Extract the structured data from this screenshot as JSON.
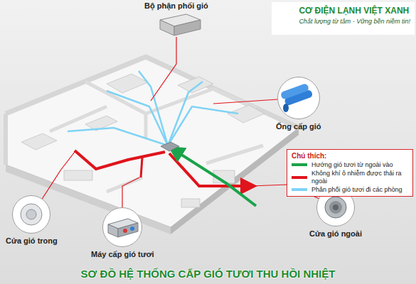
{
  "diagram": {
    "title": "SƠ ĐỒ HỆ THỐNG CẤP GIÓ TƯƠI THU HỒI NHIỆT",
    "nodes": [
      {
        "text": [
          "CƠ ĐIỆN LẠNH VIỆT XANH",
          "Chất lượng từ tâm - Vững bền niềm tin!"
        ]
      },
      {
        "text": [
          "Bộ phận phối gió"
        ]
      },
      {
        "text": [
          "Ống cấp gió"
        ]
      },
      {
        "text": [
          "Cửa gió ngoài"
        ]
      },
      {
        "text": [
          "Máy cấp gió tươi"
        ]
      },
      {
        "text": [
          "Cửa gió trong"
        ]
      }
    ],
    "labels": [
      "Chú thích:"
    ],
    "legend": [
      {
        "text": "Hướng gió tươi từ ngoài vào",
        "color": "#1aa34a"
      },
      {
        "text": "Không khí ô nhiễm được thải ra ngoài",
        "color": "#e0141b"
      },
      {
        "text": "Phân phối gió tươi đi các phòng",
        "color": "#7fd3f5"
      }
    ]
  }
}
